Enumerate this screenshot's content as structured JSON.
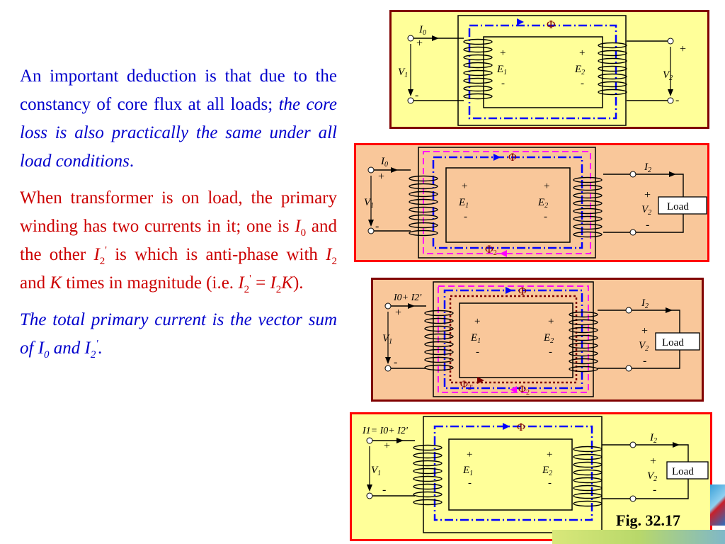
{
  "para1": {
    "plain": "An important deduction is that due to the constancy of core flux at all loads;",
    "italic": "the core loss is also practically the same under all load conditions",
    "end": "."
  },
  "para2": {
    "s1": "When transformer is on load, the primary winding has two currents in it; one is",
    "i0_sym": "I",
    "i0_sub": "0",
    "s2": "and the other",
    "i2p_sym": "I",
    "i2p_sub": "2",
    "i2p_prime": "'",
    "s3": "is which is anti-phase with",
    "i2_sym": "I",
    "i2_sub": "2",
    "s4": "and",
    "k_sym": "K",
    "s5": "times in magnitude (i.e.",
    "eq_lhs_sym": "I",
    "eq_lhs_sub": "2",
    "eq_lhs_prime": "'",
    "eq_op": "=",
    "eq_rhs_sym": "I",
    "eq_rhs_sub": "2",
    "eq_k": "K",
    "s6": ")."
  },
  "para3": {
    "s1": "The total primary current is the vector sum of",
    "i0_sym": "I",
    "i0_sub": "0",
    "and_word": "and",
    "i2p_sym": "I",
    "i2p_sub": "2",
    "i2p_prime": "'",
    "end": "."
  },
  "diagram_labels": {
    "i0": "I",
    "i0_sub": "0",
    "i0_plus_i2p": "I0+ I2'",
    "i1_eq": "I1= I0+ I2'",
    "v1": "V",
    "v1_sub": "1",
    "v2": "V",
    "v2_sub": "2",
    "e1": "E",
    "e1_sub": "1",
    "e2": "E",
    "e2_sub": "2",
    "i2": "I",
    "i2_sub": "2",
    "phi": "Φ",
    "phi2": "Φ",
    "phi2_sub": "2",
    "phi2p_sub": "2'",
    "plus": "+",
    "minus": "-",
    "load": "Load"
  },
  "figure_label": "Fig. 32.17",
  "colors": {
    "blue_text": "#0000cc",
    "red_text": "#cc0000",
    "panel1_bg": "#ffff99",
    "panel1_border": "#800000",
    "panel2_bg": "#f9c79a",
    "panel2_border": "#ff0000",
    "panel3_bg": "#f9c79a",
    "panel3_border": "#800000",
    "panel4_bg": "#ffff99",
    "panel4_border": "#ff0000",
    "flux_main": "#0000ff",
    "flux_secondary": "#ff00ff",
    "flux_primary_load": "#800000"
  }
}
